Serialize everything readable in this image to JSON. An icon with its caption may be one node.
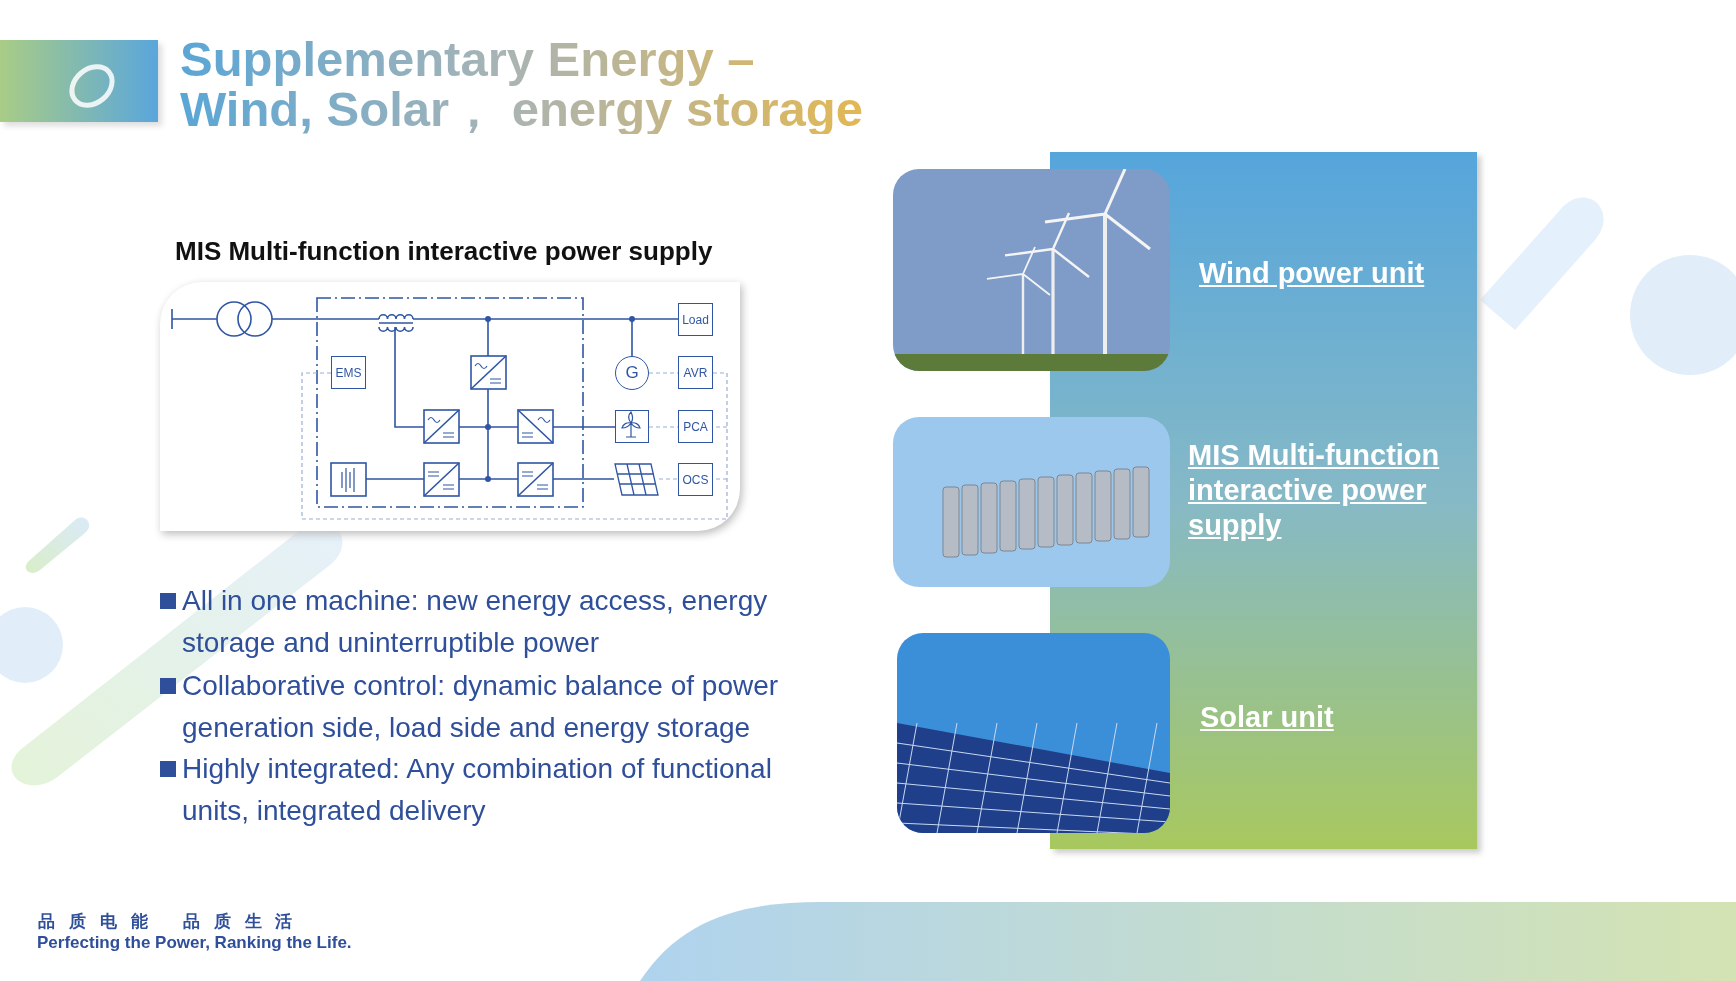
{
  "diagram": {
    "title": "Supplementary Energy – Wind, Solar， energy storage",
    "nodes": [
      {
        "text": [
          "Load"
        ]
      },
      {
        "text": [
          "EMS"
        ]
      },
      {
        "text": [
          "G"
        ]
      },
      {
        "text": [
          "AVR"
        ]
      },
      {
        "text": [],
        "shape": "box"
      },
      {
        "text": [
          "PCA"
        ]
      },
      {
        "text": [],
        "shape": "picture"
      },
      {
        "text": [
          "OCS"
        ]
      },
      {
        "text": [
          "Wind power unit",
          "MIS Multi-function interactive power supply",
          "Solar unit"
        ]
      },
      {
        "text": [],
        "shape": "picture"
      },
      {
        "text": [],
        "shape": "picture"
      },
      {
        "text": [],
        "shape": "picture"
      }
    ],
    "edges": [
      {
        "from": 1,
        "to": 3,
        "arrow": "none",
        "style": "dashed"
      },
      {
        "from": 1,
        "to": 5,
        "arrow": "none",
        "style": "dashed"
      },
      {
        "from": 1,
        "to": 7,
        "arrow": "none",
        "style": "dashed"
      },
      {
        "from": 2,
        "to": 3,
        "arrow": "none",
        "style": "dashed"
      },
      {
        "from": 4,
        "to": 5,
        "arrow": "none",
        "style": "dashed"
      },
      {
        "from": 6,
        "to": 7,
        "arrow": "none",
        "style": "dashed"
      }
    ],
    "labels": [
      "MIS Multi-function interactive power supply",
      "All in one machine: new energy access, energy storage and uninterruptible power",
      "Collaborative control: dynamic balance of power generation side, load side and energy storage",
      "Highly integrated: Any combination of functional units, integrated delivery",
      "品 质 电 能　 品 质 生 活",
      "Perfecting the Power, Ranking the Life."
    ]
  }
}
